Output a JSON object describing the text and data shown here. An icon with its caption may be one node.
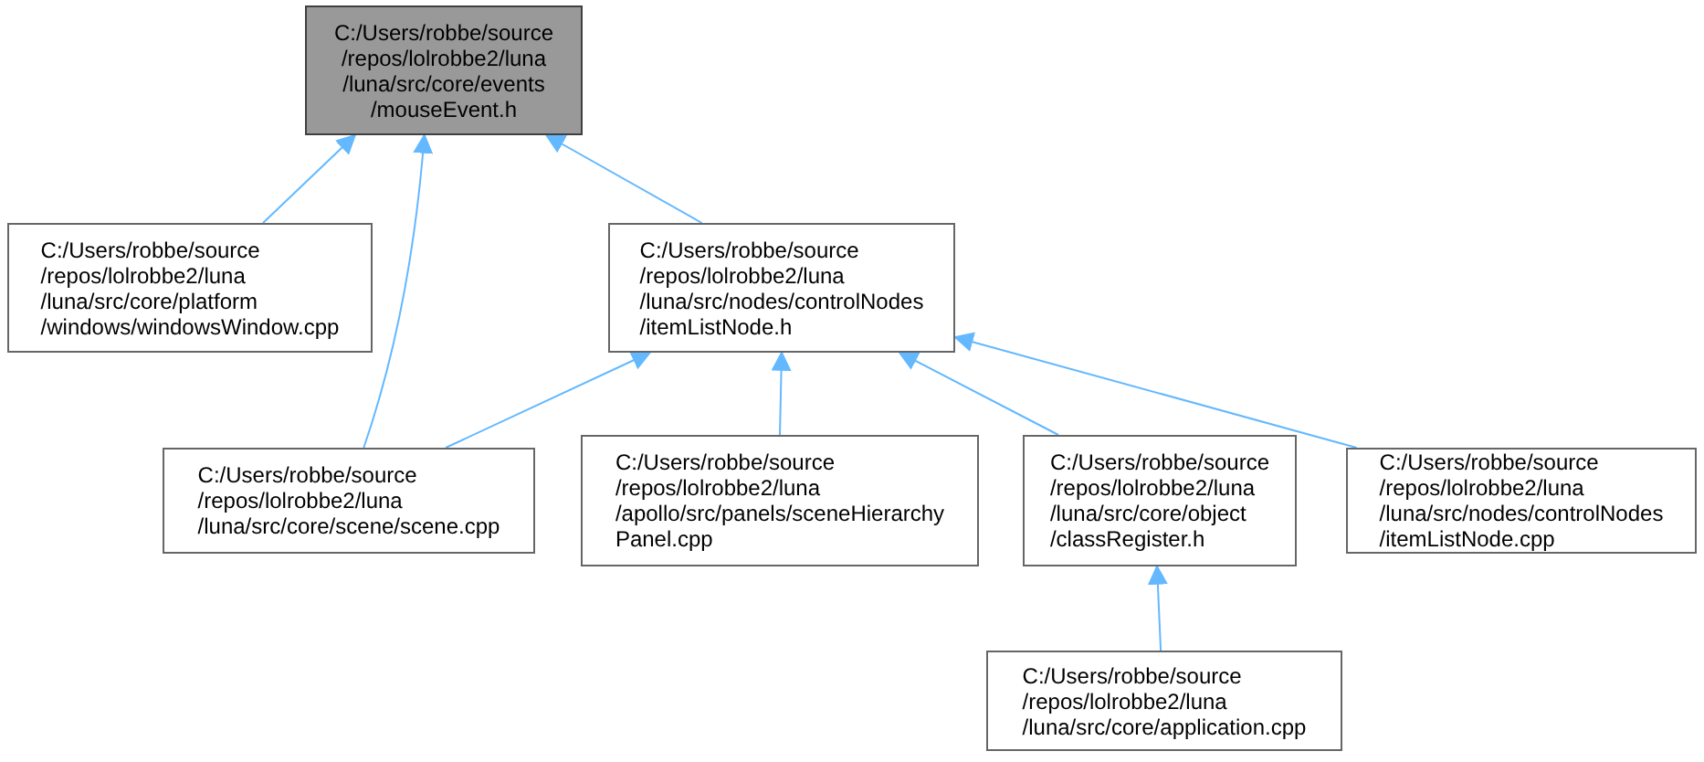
{
  "diagram": {
    "nodes": [
      {
        "text": [
          "C:/Users/robbe/source /repos/lolrobbe2/luna /luna/src/core/events /mouseEvent.h"
        ]
      },
      {
        "text": [
          "C:/Users/robbe/source /repos/lolrobbe2/luna /luna/src/core/platform /windows/windowsWindow.cpp"
        ]
      },
      {
        "text": [
          "C:/Users/robbe/source /repos/lolrobbe2/luna /luna/src/nodes/controlNodes /itemListNode.h"
        ]
      },
      {
        "text": [
          "C:/Users/robbe/source /repos/lolrobbe2/luna /luna/src/core/scene/scene.cpp"
        ]
      },
      {
        "text": [
          "C:/Users/robbe/source /repos/lolrobbe2/luna /apollo/src/panels/sceneHierarchy Panel.cpp"
        ]
      },
      {
        "text": [
          "C:/Users/robbe/source /repos/lolrobbe2/luna /luna/src/core/object /classRegister.h"
        ]
      },
      {
        "text": [
          "C:/Users/robbe/source /repos/lolrobbe2/luna /luna/src/nodes/controlNodes /itemListNode.cpp"
        ]
      },
      {
        "text": [
          "C:/Users/robbe/source /repos/lolrobbe2/luna /luna/src/core/application.cpp"
        ]
      }
    ],
    "edges": [
      {
        "from": 1,
        "to": 0,
        "arrow": "to"
      },
      {
        "from": 3,
        "to": 0,
        "arrow": "to"
      },
      {
        "from": 2,
        "to": 0,
        "arrow": "to"
      },
      {
        "from": 3,
        "to": 2,
        "arrow": "to"
      },
      {
        "from": 4,
        "to": 2,
        "arrow": "to"
      },
      {
        "from": 5,
        "to": 2,
        "arrow": "to"
      },
      {
        "from": 6,
        "to": 2,
        "arrow": "to"
      },
      {
        "from": 7,
        "to": 5,
        "arrow": "to"
      }
    ]
  }
}
